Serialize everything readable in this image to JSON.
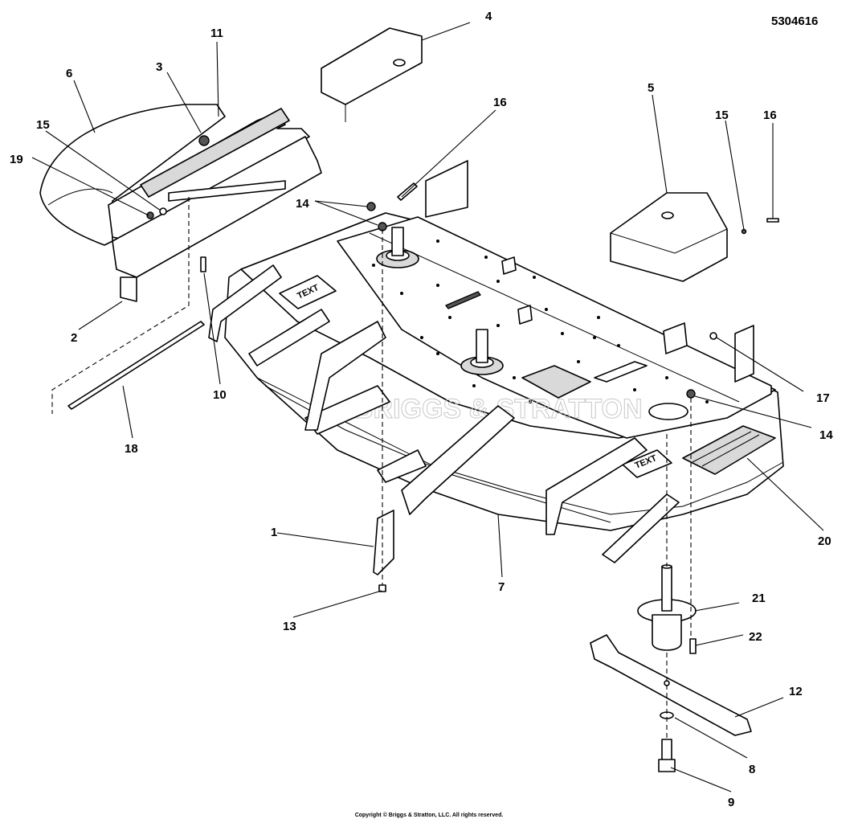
{
  "diagram_id": "5304616",
  "copyright": "Copyright © Briggs & Stratton, LLC. All rights reserved.",
  "watermark": "BRIGGS & STRATTON",
  "decal_text": "TEXT",
  "callouts": {
    "c1": "1",
    "c2": "2",
    "c3": "3",
    "c4": "4",
    "c5": "5",
    "c6": "6",
    "c7": "7",
    "c8": "8",
    "c9": "9",
    "c10": "10",
    "c11": "11",
    "c12": "12",
    "c13": "13",
    "c14a": "14",
    "c14b": "14",
    "c15a": "15",
    "c15b": "15",
    "c16a": "16",
    "c16b": "16",
    "c17": "17",
    "c18": "18",
    "c19": "19",
    "c20": "20",
    "c21": "21",
    "c22": "22"
  },
  "colors": {
    "line": "#000000",
    "background": "#ffffff",
    "shade": "#d9d9d9",
    "watermark": "#c8c8c8"
  }
}
